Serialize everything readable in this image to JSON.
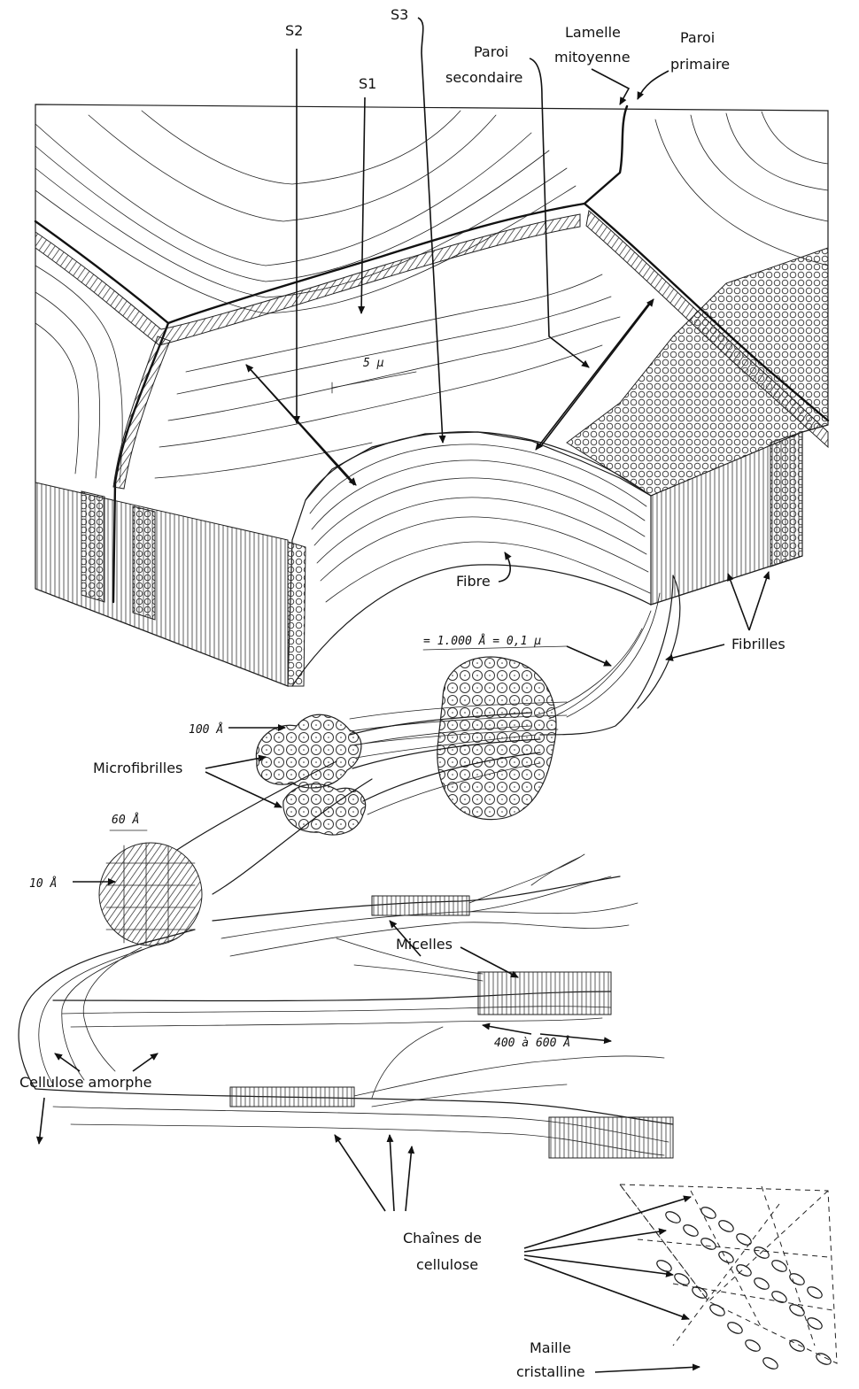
{
  "labels": {
    "s2": "S2",
    "s3": "S3",
    "s1": "S1",
    "paroi_secondaire_1": "Paroi",
    "paroi_secondaire_2": "secondaire",
    "lamelle_1": "Lamelle",
    "lamelle_2": "mitoyenne",
    "paroi_primaire_1": "Paroi",
    "paroi_primaire_2": "primaire",
    "fibre": "Fibre",
    "fibrilles": "Fibrilles",
    "microfibrilles": "Microfibrilles",
    "micelles": "Micelles",
    "cellulose_amorphe": "Cellulose amorphe",
    "chaines_1": "Chaînes de",
    "chaines_2": "cellulose",
    "maille_1": "Maille",
    "maille_2": "cristalline"
  },
  "measurements": {
    "scale_5u": "5 μ",
    "fibril_width": "= 1.000 Å = 0,1 μ",
    "microfibril_width": "100 Å",
    "chain_width_60": "60 Å",
    "chain_width_10": "10 Å",
    "micelle_length": "400 à 600 Å"
  }
}
